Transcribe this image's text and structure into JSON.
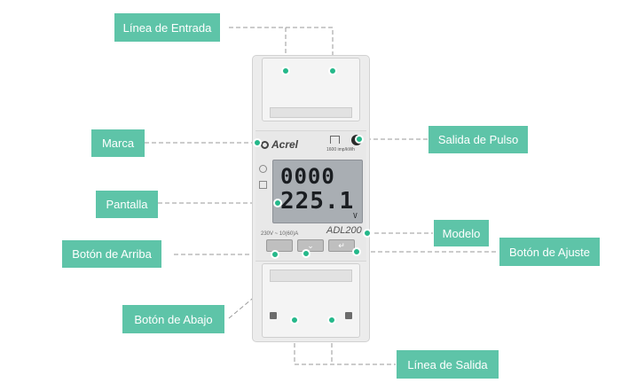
{
  "callouts": {
    "entrada": "Línea de Entrada",
    "marca": "Marca",
    "pantalla": "Pantalla",
    "arriba": "Botón de Arriba",
    "abajo": "Botón de Abajo",
    "pulso": "Salida de Pulso",
    "modelo": "Modelo",
    "ajuste": "Botón de Ajuste",
    "salida": "Línea de Salida"
  },
  "device": {
    "brand": "Acrel",
    "model": "ADL200",
    "display_top": "0000",
    "display_bottom": "225.1",
    "display_unit": "V",
    "pulse_constant": "1600 imp/kWh",
    "rating": "230V ~ 10(60)A",
    "down_symbol": "⌄",
    "enter_symbol": "↵"
  },
  "colors": {
    "callout": "#5ec4a8",
    "marker": "#25b88a",
    "leader": "#9a9a9a"
  }
}
